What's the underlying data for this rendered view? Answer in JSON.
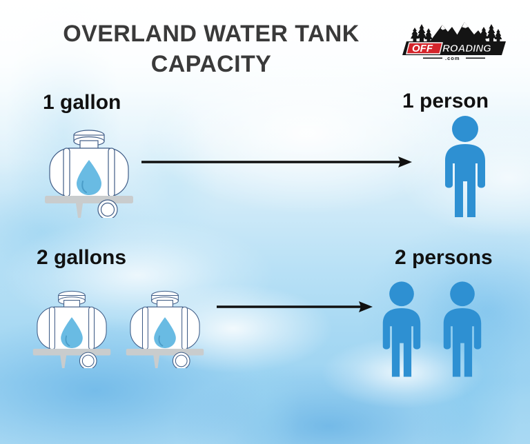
{
  "page": {
    "title_line1": "OVERLAND WATER TANK",
    "title_line2": "CAPACITY",
    "title_color": "#3a3a3a",
    "background_theme": "ice-water-texture"
  },
  "logo": {
    "name": "offroading-com-logo",
    "word_off": "OFF",
    "word_roading": "ROADING",
    "domain": ".com",
    "off_color": "#d4242b",
    "roading_color": "#ffffff",
    "banner_color": "#141414",
    "scenery": "mountains-and-pine-trees"
  },
  "rows": [
    {
      "id": "row-one-gallon",
      "left_label": "1 gallon",
      "right_label": "1 person",
      "tank_count": 1,
      "person_count": 1,
      "arrow": "right-arrow"
    },
    {
      "id": "row-two-gallons",
      "left_label": "2 gallons",
      "right_label": "2 persons",
      "tank_count": 2,
      "person_count": 2,
      "arrow": "right-arrow"
    }
  ],
  "icons": {
    "tank": {
      "name": "water-tank-icon",
      "body_fill": "#ffffff",
      "outline_color": "#3f5c86",
      "droplet_color": "#69bbe3",
      "mount_color": "#c9cccd"
    },
    "person": {
      "name": "person-icon",
      "fill": "#2e90d2"
    },
    "arrow": {
      "name": "right-arrow-icon",
      "color": "#101010"
    }
  }
}
